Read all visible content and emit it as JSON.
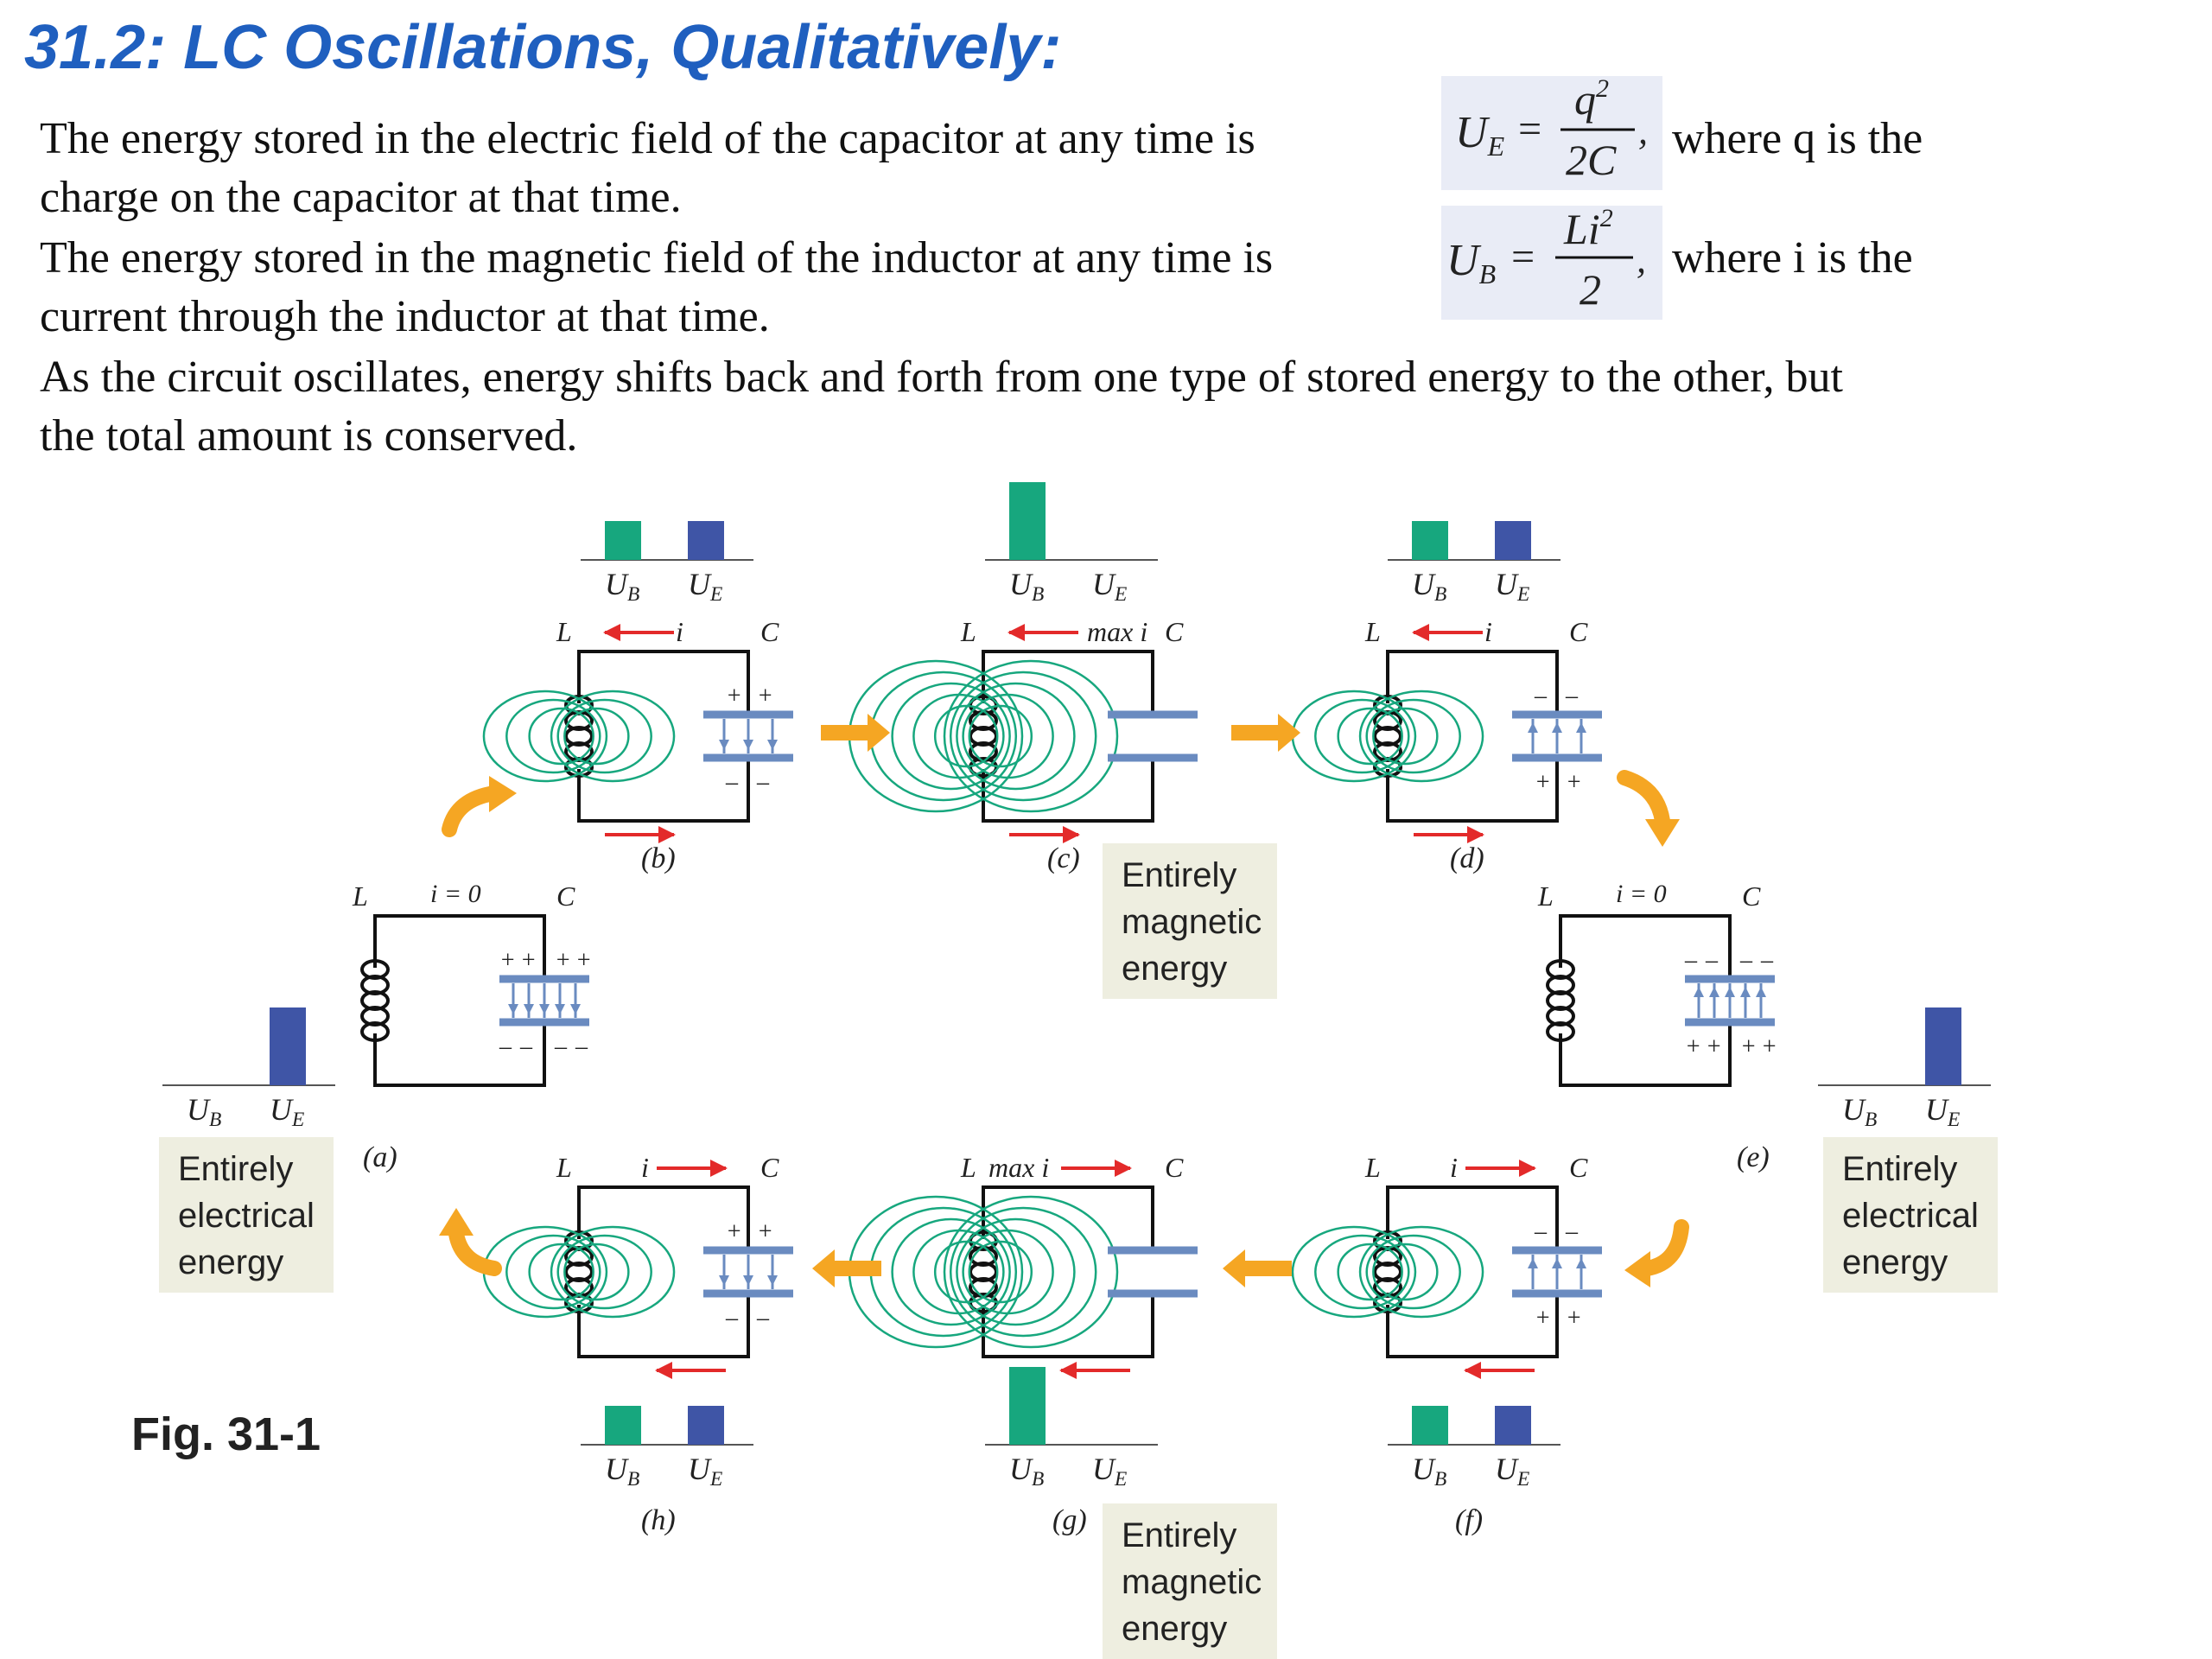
{
  "title": "31.2: LC Oscillations, Qualitatively:",
  "text": {
    "line1": "The energy stored in the electric field of the capacitor at any time is",
    "line1_tail": "where q is the",
    "line2": "charge on the capacitor at that time.",
    "line3": "The energy stored in the magnetic field of the inductor at any time is",
    "line3_tail": "where i is the",
    "line4": "current through the inductor at that time.",
    "line5": "As the circuit oscillates, energy shifts back and forth from one type of stored energy to the other, but",
    "line6": "the total amount is conserved."
  },
  "equations": {
    "ue": {
      "lhs": "U",
      "sub": "E",
      "eq": "=",
      "num": "q",
      "num_sup": "2",
      "den": "2C",
      "punct": ","
    },
    "ub": {
      "lhs": "U",
      "sub": "B",
      "eq": "=",
      "num": "Li",
      "num_sup": "2",
      "den": "2",
      "punct": ","
    }
  },
  "figure": {
    "caption": "Fig. 31-1",
    "bar_labels": {
      "ub": "U",
      "ub_sub": "B",
      "ue": "U",
      "ue_sub": "E"
    },
    "colors": {
      "ub": "#17a77e",
      "ue": "#3f55a6",
      "field": "#17a77e",
      "current": "#e32a2a",
      "arrow": "#f5a623",
      "plate": "#6a8bc0",
      "box": "#eeeee0"
    },
    "states": [
      {
        "id": "a",
        "label": "(a)",
        "ub": 0.0,
        "ue": 1.0,
        "current": "i = 0",
        "note": "Entirely electrical energy"
      },
      {
        "id": "b",
        "label": "(b)",
        "ub": 0.5,
        "ue": 0.5,
        "current": "i"
      },
      {
        "id": "c",
        "label": "(c)",
        "ub": 1.0,
        "ue": 0.0,
        "current": "max i",
        "note": "Entirely magnetic energy"
      },
      {
        "id": "d",
        "label": "(d)",
        "ub": 0.5,
        "ue": 0.5,
        "current": "i"
      },
      {
        "id": "e",
        "label": "(e)",
        "ub": 0.0,
        "ue": 1.0,
        "current": "i = 0",
        "note": "Entirely electrical energy"
      },
      {
        "id": "f",
        "label": "(f)",
        "ub": 0.5,
        "ue": 0.5,
        "current": "i"
      },
      {
        "id": "g",
        "label": "(g)",
        "ub": 1.0,
        "ue": 0.0,
        "current": "max i",
        "note": "Entirely magnetic energy"
      },
      {
        "id": "h",
        "label": "(h)",
        "ub": 0.5,
        "ue": 0.5,
        "current": "i"
      }
    ],
    "circuit_labels": {
      "inductor": "L",
      "capacitor": "C",
      "plus": "+",
      "minus": "–"
    },
    "notes": {
      "a": [
        "Entirely",
        "electrical",
        "energy"
      ],
      "c": [
        "Entirely",
        "magnetic",
        "energy"
      ],
      "e": [
        "Entirely",
        "electrical",
        "energy"
      ],
      "g": [
        "Entirely",
        "magnetic",
        "energy"
      ]
    }
  }
}
